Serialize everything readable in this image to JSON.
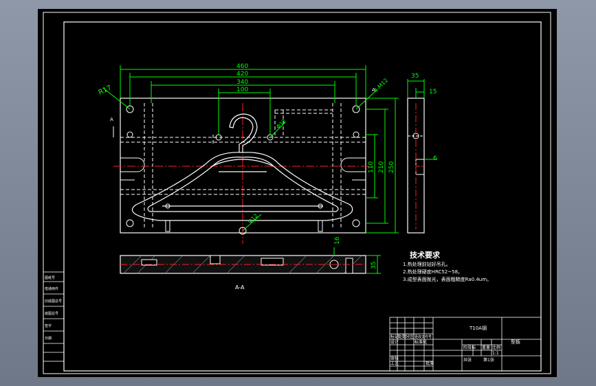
{
  "colors": {
    "background": "#8f98a8",
    "paper": "#000000",
    "frame": "#ffffff",
    "dimension": "#00ff00",
    "centerline": "#ff2020",
    "hidden": "#ffffff"
  },
  "dimensions": {
    "width_460": "460",
    "width_420": "420",
    "width_340": "340",
    "width_100": "100",
    "radius_r17": "R17",
    "holes_4m12": "4-M12",
    "dia_phi12_top": "Φ12",
    "dia_phi12_bottom": "Φ12",
    "height_110": "110",
    "height_210": "210",
    "height_250": "250",
    "side_35": "35",
    "side_15": "15",
    "side_6": "6",
    "section_16": "16",
    "section_35": "35"
  },
  "labels": {
    "section_marker": "A",
    "section_view": "A-A"
  },
  "tech_requirements": {
    "title": "技术要求",
    "items": [
      "1.热处理前钻好吊孔。",
      "2.热处理硬度HRC52~58。",
      "3.成型表面抛光，表面粗糙度Ra0.4um。"
    ]
  },
  "title_block": {
    "material": "T10A钢",
    "part_name": "型板",
    "scale_header": "阶段标",
    "weight_header": "重量",
    "ratio_header": "比例",
    "ratio_value": "1:1",
    "sheet_total": "共张",
    "sheet_no": "第1张",
    "row_labels": [
      "标记",
      "处数",
      "分区",
      "更改文件号",
      "签名",
      "年月日"
    ],
    "role_labels": [
      "设计",
      "审核",
      "工艺",
      "标准化",
      "批准"
    ]
  },
  "left_strip": {
    "cells": [
      "图纸号",
      "借通用件",
      "旧底图总号",
      "底图总号",
      "签字",
      "日期"
    ]
  }
}
